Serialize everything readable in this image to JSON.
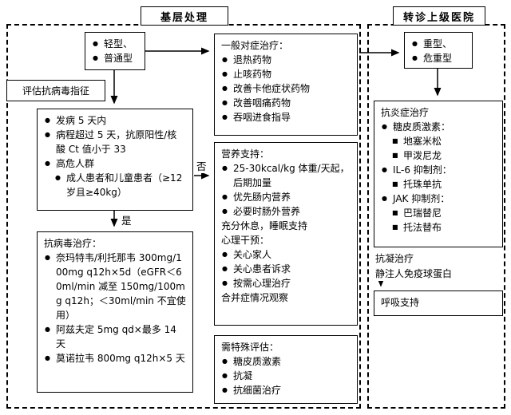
{
  "headers": {
    "primary_care": "基层处理",
    "referral": "转诊上级医院"
  },
  "labels": {
    "yes": "是",
    "no": "否"
  },
  "left_panel": {
    "mild_type": {
      "items": [
        "轻型、",
        "普通型"
      ]
    },
    "assess_antiviral": "评估抗病毒指征",
    "criteria": {
      "items": [
        "发病 5 天内",
        "病程超过 5 天，抗原阳性/核酸 Ct 值小于 33",
        "高危人群"
      ],
      "sub_items": [
        "成人患者和儿童患者（≥12 岁且≥40kg）"
      ]
    },
    "antiviral": {
      "title": "抗病毒治疗：",
      "items": [
        "奈玛特韦/利托那韦 300mg/100mg q12h×5d（eGFR＜60ml/min 减至 150mg/100mg q12h；＜30ml/min 不宜使用）",
        "阿兹夫定 5mg qd×最多 14 天",
        "莫诺拉韦 800mg q12h×5 天"
      ]
    }
  },
  "middle_panel": {
    "symptomatic": {
      "title": "一般对症治疗：",
      "items": [
        "退热药物",
        "止咳药物",
        "改善卡他症状药物",
        "改善咽痛药物",
        "吞咽进食指导"
      ]
    },
    "nutrition": {
      "title": "营养支持：",
      "items": [
        "25-30kcal/kg 体重/天起，后期加量",
        "优先肠内营养",
        "必要时肠外营养"
      ],
      "rest_line": "充分休息，睡眠支持",
      "psych_title": "心理干预：",
      "psych_items": [
        "关心家人",
        "关心患者诉求",
        "按需心理治疗"
      ],
      "observation_line": "合并症情况观察"
    },
    "special_assessment": {
      "title": "需特殊评估：",
      "items": [
        "糖皮质激素",
        "抗凝",
        "抗细菌治疗"
      ]
    }
  },
  "right_panel": {
    "severe_type": {
      "items": [
        "重型、",
        "危重型"
      ]
    },
    "anti_inflammatory": {
      "title": "抗炎症治疗",
      "groups": [
        {
          "label": "糖皮质激素：",
          "subs": [
            "地塞米松",
            "甲泼尼龙"
          ]
        },
        {
          "label": "IL-6 抑制剂：",
          "subs": [
            "托珠单抗"
          ]
        },
        {
          "label": "JAK 抑制剂：",
          "subs": [
            "巴瑞替尼",
            "托法替布"
          ]
        }
      ]
    },
    "anticoagulation": "抗凝治疗",
    "ivig": "静注人免疫球蛋白",
    "respiratory_support": "呼吸支持"
  }
}
